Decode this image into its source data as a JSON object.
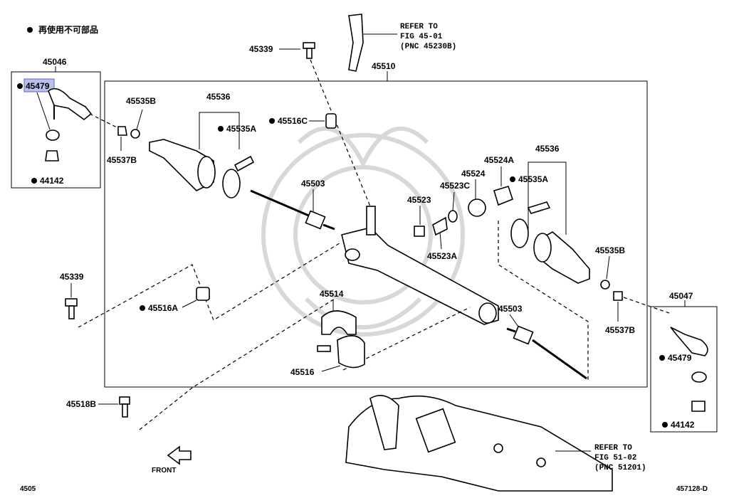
{
  "legend": {
    "bullet": "●",
    "text": "再使用不可部品"
  },
  "refs": {
    "top": {
      "line1": "REFER TO",
      "line2": "FIG 45-01",
      "line3": "(PNC 45230B)"
    },
    "bottom": {
      "line1": "REFER TO",
      "line2": "FIG 51-02",
      "line3": "(PNC 51201)"
    }
  },
  "labels": {
    "p45046": "45046",
    "p45479_left": "45479",
    "p44142_left": "44142",
    "p45339_top": "45339",
    "p45510": "45510",
    "p45535B_left": "45535B",
    "p45537B_left": "45537B",
    "p45536_left": "45536",
    "p45535A_left": "45535A",
    "p45516C": "45516C",
    "p45503_left": "45503",
    "p45523": "45523",
    "p45523A": "45523A",
    "p45523C": "45523C",
    "p45524": "45524",
    "p45524A": "45524A",
    "p45536_right": "45536",
    "p45535A_right": "45535A",
    "p45535B_right": "45535B",
    "p45537B_right": "45537B",
    "p45503_right": "45503",
    "p45514": "45514",
    "p45516": "45516",
    "p45339_left": "45339",
    "p45516A": "45516A",
    "p45518B": "45518B",
    "p45047": "45047",
    "p45479_right": "45479",
    "p44142_right": "44142"
  },
  "front": "FRONT",
  "footer": {
    "left": "4505",
    "right": "457128-D"
  },
  "highlight_color": "#b9c0ee"
}
